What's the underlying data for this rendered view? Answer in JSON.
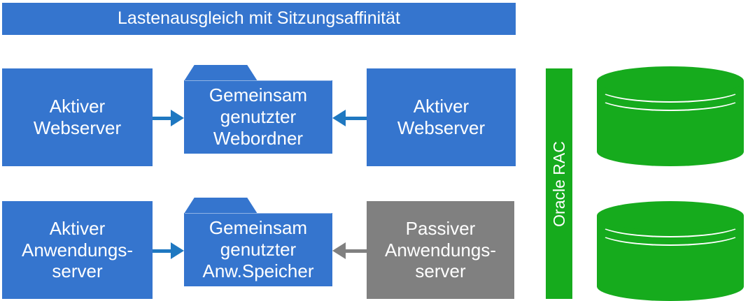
{
  "diagram": {
    "title": "Lastenausgleich mit Sitzungsaffinität",
    "colors": {
      "blue": "#3575ce",
      "arrow_blue": "#1f78c1",
      "gray": "#808080",
      "green": "#16ab1d",
      "text": "#ffffff",
      "background": "#ffffff"
    },
    "rows": {
      "web_tier": {
        "left_node": {
          "label": "Aktiver\nWebserver",
          "shape": "rectangle",
          "color": "#3575ce"
        },
        "center_node": {
          "label": "Gemeinsam\ngenutzter\nWebordner",
          "shape": "folder",
          "color": "#3575ce"
        },
        "right_node": {
          "label": "Aktiver\nWebserver",
          "shape": "rectangle",
          "color": "#3575ce"
        },
        "arrow_in": {
          "direction": "right",
          "color": "#1f78c1"
        },
        "arrow_back": {
          "direction": "left",
          "color": "#1f78c1"
        }
      },
      "app_tier": {
        "left_node": {
          "label": "Aktiver\nAnwendungs-\nserver",
          "shape": "rectangle",
          "color": "#3575ce"
        },
        "center_node": {
          "label": "Gemeinsam\ngenutzter\nAnw.Speicher",
          "shape": "folder",
          "color": "#3575ce"
        },
        "right_node": {
          "label": "Passiver\nAnwendungs-\nserver",
          "shape": "rectangle",
          "color": "#808080"
        },
        "arrow_in": {
          "direction": "right",
          "color": "#1f78c1"
        },
        "arrow_back": {
          "direction": "left",
          "color": "#808080"
        }
      }
    },
    "database_tier": {
      "bar_label": "Oracle RAC",
      "bar_color": "#16ab1d",
      "cylinders": [
        {
          "name": "database-cylinder-top",
          "color": "#16ab1d"
        },
        {
          "name": "database-cylinder-bottom",
          "color": "#16ab1d"
        }
      ]
    }
  }
}
